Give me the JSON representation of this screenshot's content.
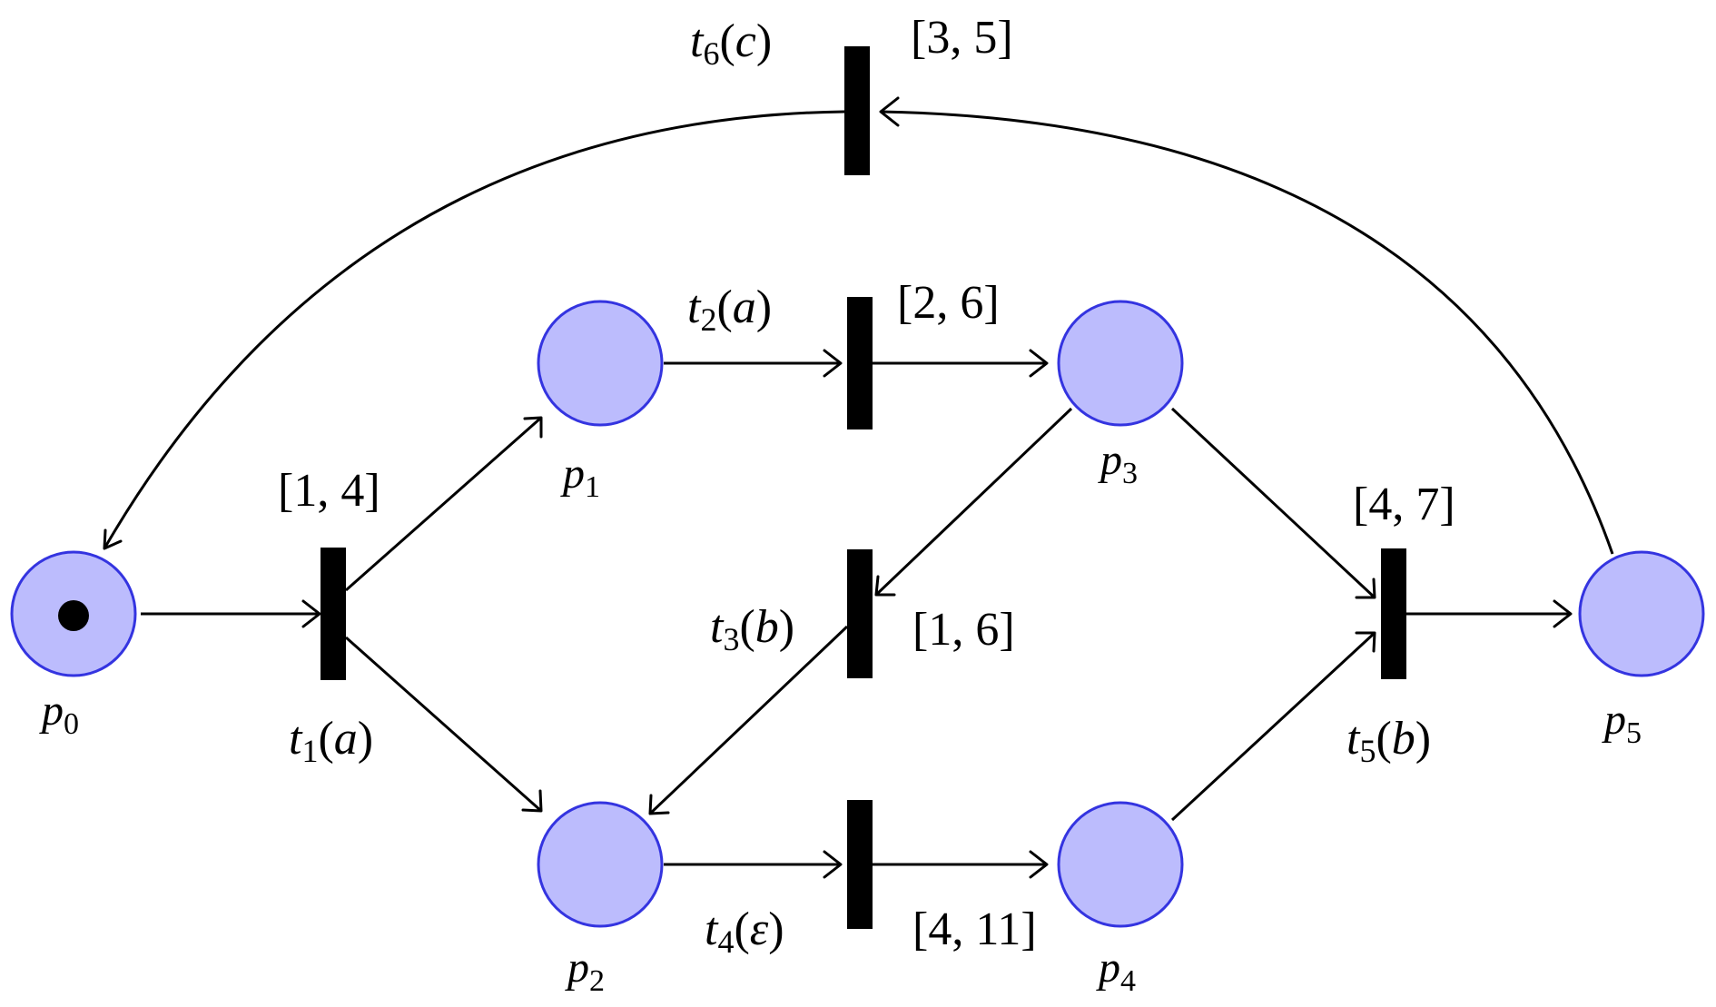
{
  "places": [
    {
      "id": "p0",
      "base": "p",
      "sub": "0",
      "tokens": 1
    },
    {
      "id": "p1",
      "base": "p",
      "sub": "1",
      "tokens": 0
    },
    {
      "id": "p2",
      "base": "p",
      "sub": "2",
      "tokens": 0
    },
    {
      "id": "p3",
      "base": "p",
      "sub": "3",
      "tokens": 0
    },
    {
      "id": "p4",
      "base": "p",
      "sub": "4",
      "tokens": 0
    },
    {
      "id": "p5",
      "base": "p",
      "sub": "5",
      "tokens": 0
    }
  ],
  "transitions": [
    {
      "id": "t1",
      "base": "t",
      "sub": "1",
      "action": "a",
      "interval": "[1, 4]"
    },
    {
      "id": "t2",
      "base": "t",
      "sub": "2",
      "action": "a",
      "interval": "[2, 6]"
    },
    {
      "id": "t3",
      "base": "t",
      "sub": "3",
      "action": "b",
      "interval": "[1, 6]"
    },
    {
      "id": "t4",
      "base": "t",
      "sub": "4",
      "action": "ε",
      "interval": "[4, 11]"
    },
    {
      "id": "t5",
      "base": "t",
      "sub": "5",
      "action": "b",
      "interval": "[4, 7]"
    },
    {
      "id": "t6",
      "base": "t",
      "sub": "6",
      "action": "c",
      "interval": "[3, 5]"
    }
  ],
  "arcs": [
    {
      "from": "p0",
      "to": "t1"
    },
    {
      "from": "t1",
      "to": "p1"
    },
    {
      "from": "t1",
      "to": "p2"
    },
    {
      "from": "p1",
      "to": "t2"
    },
    {
      "from": "t2",
      "to": "p3"
    },
    {
      "from": "p3",
      "to": "t3"
    },
    {
      "from": "t3",
      "to": "p2"
    },
    {
      "from": "p2",
      "to": "t4"
    },
    {
      "from": "t4",
      "to": "p4"
    },
    {
      "from": "p3",
      "to": "t5"
    },
    {
      "from": "p4",
      "to": "t5"
    },
    {
      "from": "t5",
      "to": "p5"
    },
    {
      "from": "p5",
      "to": "t6"
    },
    {
      "from": "t6",
      "to": "p0"
    }
  ],
  "colors": {
    "place_fill": "#bcbcfd",
    "place_stroke": "#3434e0",
    "transition": "#000000",
    "token": "#000000"
  }
}
